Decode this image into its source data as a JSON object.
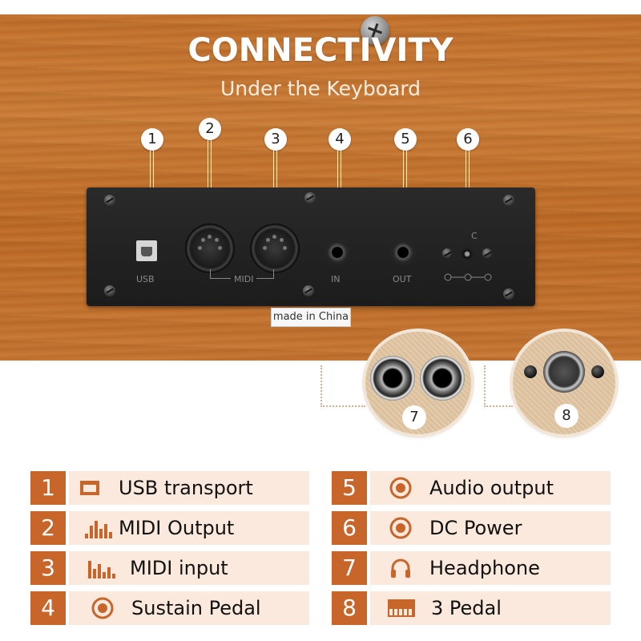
{
  "header": {
    "title": "CONNECTIVITY",
    "subtitle": "Under the Keyboard"
  },
  "panel": {
    "callout_numbers": [
      "1",
      "2",
      "3",
      "4",
      "5",
      "6"
    ],
    "port_labels": {
      "usb": "USB",
      "midi": "MIDI",
      "in": "IN",
      "out": "OUT",
      "dc": "C"
    },
    "made_label": "made in China"
  },
  "zoom": {
    "left_number": "7",
    "right_number": "8"
  },
  "legend": {
    "items": [
      {
        "number": "1",
        "icon": "usb-port-icon",
        "label": "USB transport"
      },
      {
        "number": "2",
        "icon": "midi-bars-icon",
        "label": "MIDI Output"
      },
      {
        "number": "3",
        "icon": "midi-bars-icon",
        "label": "MIDI input"
      },
      {
        "number": "4",
        "icon": "ring-jack-icon",
        "label": "Sustain Pedal"
      },
      {
        "number": "5",
        "icon": "ring-jack-icon",
        "label": "Audio output"
      },
      {
        "number": "6",
        "icon": "ring-jack-icon",
        "label": "DC Power"
      },
      {
        "number": "7",
        "icon": "headphone-icon",
        "label": "Headphone"
      },
      {
        "number": "8",
        "icon": "piano-keys-icon",
        "label": "3 Pedal"
      }
    ]
  },
  "colors": {
    "accent": "#c8652b",
    "legend_bg": "#fbe9dd",
    "wood": "#c2702b",
    "panel": "#222222"
  }
}
